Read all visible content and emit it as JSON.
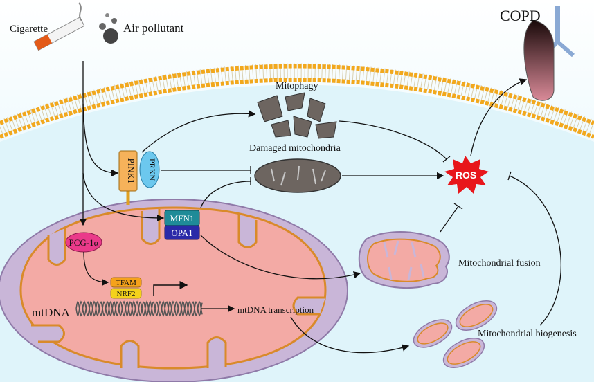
{
  "labels": {
    "cigarette": "Cigarette",
    "air_pollutant": "Air pollutant",
    "copd": "COPD",
    "mitophagy": "Mitophagy",
    "damaged_mitochondria": "Damaged mitochondria",
    "pink1": "PINK1",
    "prkn": "PRKN",
    "ros": "ROS",
    "mfn1": "MFN1",
    "opa1": "OPA1",
    "pgc1a": "PCG-1α",
    "tfam": "TFAM",
    "nrf2": "NRF2",
    "mtdna": "mtDNA",
    "mtdna_transcription": "mtDNA transcription",
    "mitochondrial_fusion": "Mitochondrial fusion",
    "mitochondrial_biogenesis": "Mitochondrial biogenesis"
  },
  "colors": {
    "membrane_head": "#f2a81d",
    "cell_bg_top": "#ffffff",
    "cell_bg_bottom": "#d8f3fa",
    "mito_outer": "#c7b2d6",
    "mito_inner": "#f3a7a2",
    "pink1": "#f6b25a",
    "prkn": "#6cc8ee",
    "mfn1": "#1f8b98",
    "opa1": "#2a2aa8",
    "pgc1a": "#ea3a8a",
    "tfam": "#f5a21b",
    "nrf2": "#f4d21b",
    "ros": "#e8161b"
  }
}
